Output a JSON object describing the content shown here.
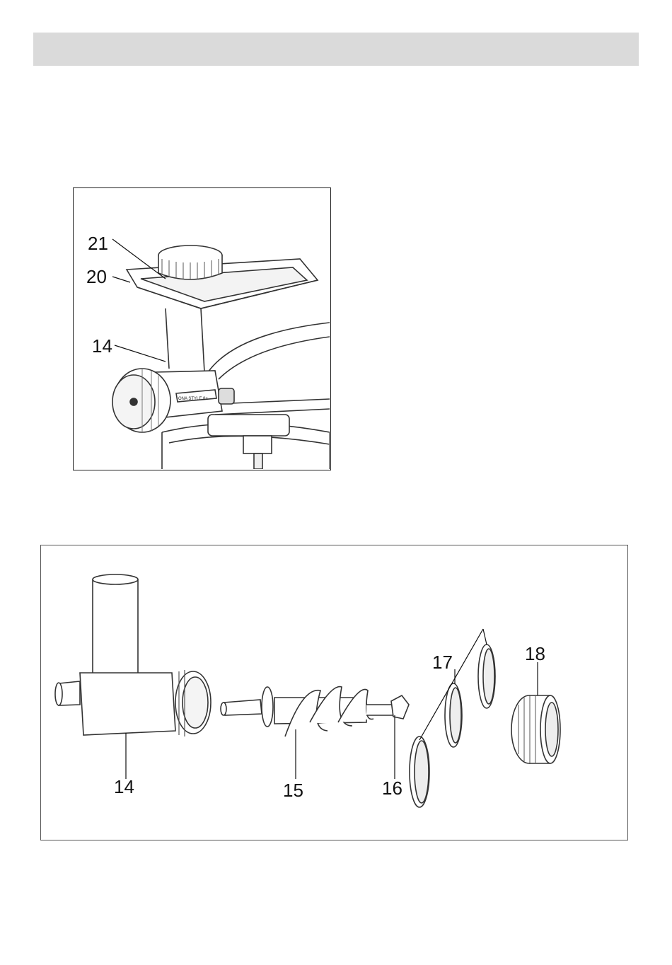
{
  "figure_top": {
    "callouts": {
      "c21": "21",
      "c20": "20",
      "c14": "14"
    },
    "plate_marking": "ONA STYLE 8+"
  },
  "figure_bottom": {
    "callouts": {
      "c14": "14",
      "c15": "15",
      "c16": "16",
      "c17": "17",
      "c18": "18"
    }
  }
}
